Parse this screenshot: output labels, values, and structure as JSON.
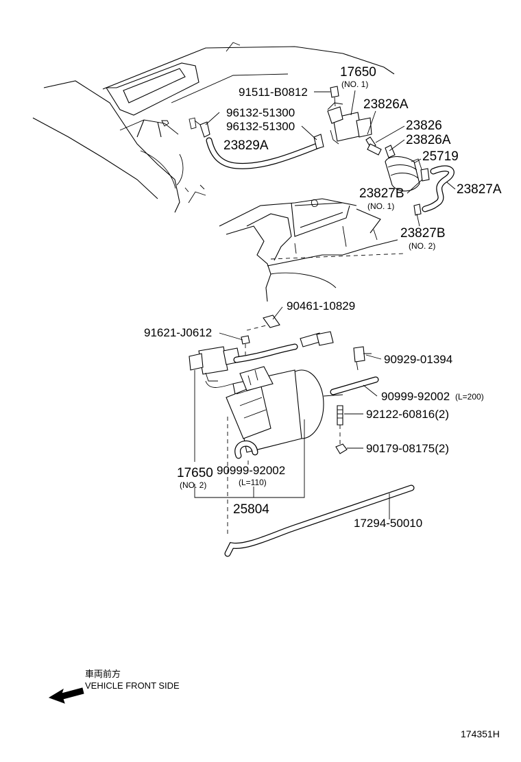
{
  "labels": {
    "p17650_top": "17650",
    "p17650_top_note": "(NO. 1)",
    "p91511": "91511-B0812",
    "p96132_a": "96132-51300",
    "p96132_b": "96132-51300",
    "p23826A_top": "23826A",
    "p23826": "23826",
    "p23826A_mid": "23826A",
    "p25719": "25719",
    "p23829A": "23829A",
    "p23827B_1": "23827B",
    "p23827B_1_note": "(NO. 1)",
    "p23827A": "23827A",
    "p23827B_2": "23827B",
    "p23827B_2_note": "(NO. 2)",
    "p90461": "90461-10829",
    "p91621": "91621-J0612",
    "p90929": "90929-01394",
    "p90999_200": "90999-92002",
    "p90999_200_note": "(L=200)",
    "p92122": "92122-60816(2)",
    "p90179": "90179-08175(2)",
    "p17650_bot": "17650",
    "p17650_bot_note": "(NO. 2)",
    "p90999_110": "90999-92002",
    "p90999_110_note": "(L=110)",
    "p25804": "25804",
    "p17294": "17294-50010"
  },
  "direction": {
    "caption_jp": "車両前方",
    "caption_en": "VEHICLE FRONT SIDE",
    "icon": "arrow-left-icon"
  },
  "reference": "174351H"
}
